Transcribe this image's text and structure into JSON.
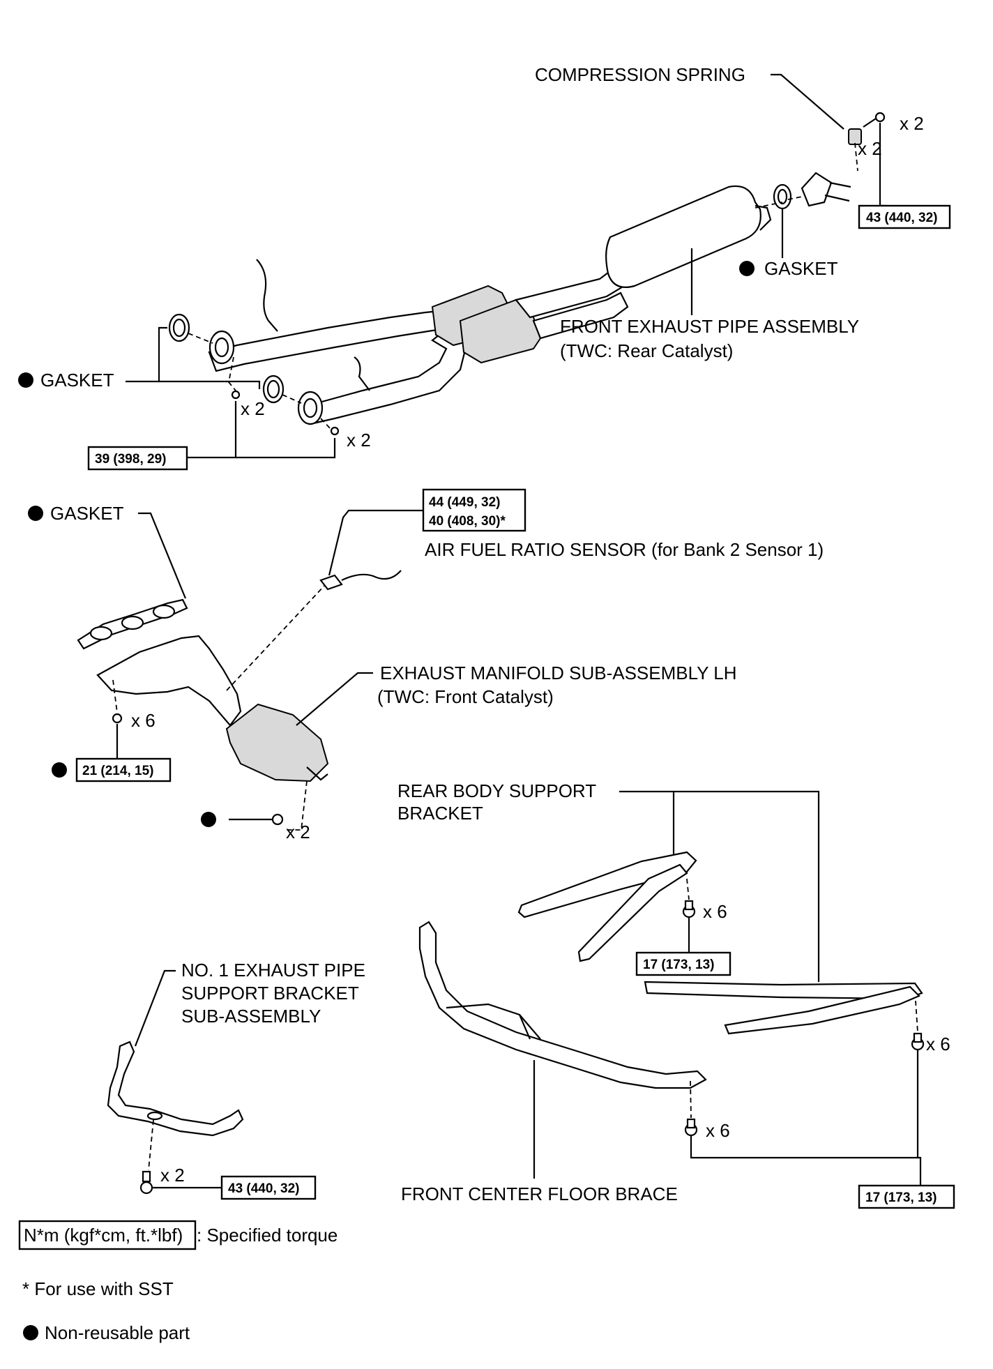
{
  "labels": {
    "compression_spring": "COMPRESSION SPRING",
    "gasket_rear": "GASKET",
    "front_exhaust_pipe_line1": "FRONT EXHAUST PIPE ASSEMBLY",
    "front_exhaust_pipe_line2": "(TWC: Rear Catalyst)",
    "gasket_front": "GASKET",
    "gasket_manifold": "GASKET",
    "af_sensor": "AIR FUEL RATIO SENSOR (for Bank 2 Sensor 1)",
    "manifold_line1": "EXHAUST MANIFOLD SUB-ASSEMBLY LH",
    "manifold_line2": "(TWC: Front Catalyst)",
    "rear_body_line1": "REAR BODY SUPPORT",
    "rear_body_line2": "BRACKET",
    "no1_line1": "NO. 1 EXHAUST PIPE",
    "no1_line2": "SUPPORT BRACKET",
    "no1_line3": "SUB-ASSEMBLY",
    "floor_brace": "FRONT CENTER FLOOR BRACE"
  },
  "quantities": {
    "bolt_rear": "x 2",
    "spring": "x 2",
    "flange_a": "x 2",
    "flange_b": "x 2",
    "manifold_nuts": "x 6",
    "manifold_stud": "x 2",
    "rear_body_bolts": "x 6",
    "rear_body_bolts_b": "x 6",
    "brace_bolts": "x 6",
    "no1_bolts": "x 2"
  },
  "torques": {
    "rear_bolt": "43 (440, 32)",
    "front_flange": "39 (398, 29)",
    "sensor_line1": "44 (449, 32)",
    "sensor_line2": "40 (408, 30)*",
    "manifold": "21 (214, 15)",
    "rear_body": "17 (173, 13)",
    "brace": "17 (173, 13)",
    "no1": "43 (440, 32)"
  },
  "legend": {
    "torque_unit": "N*m (kgf*cm, ft.*lbf)",
    "torque_desc": ": Specified torque",
    "sst_note": "* For use with SST",
    "non_reusable": "Non-reusable part"
  }
}
